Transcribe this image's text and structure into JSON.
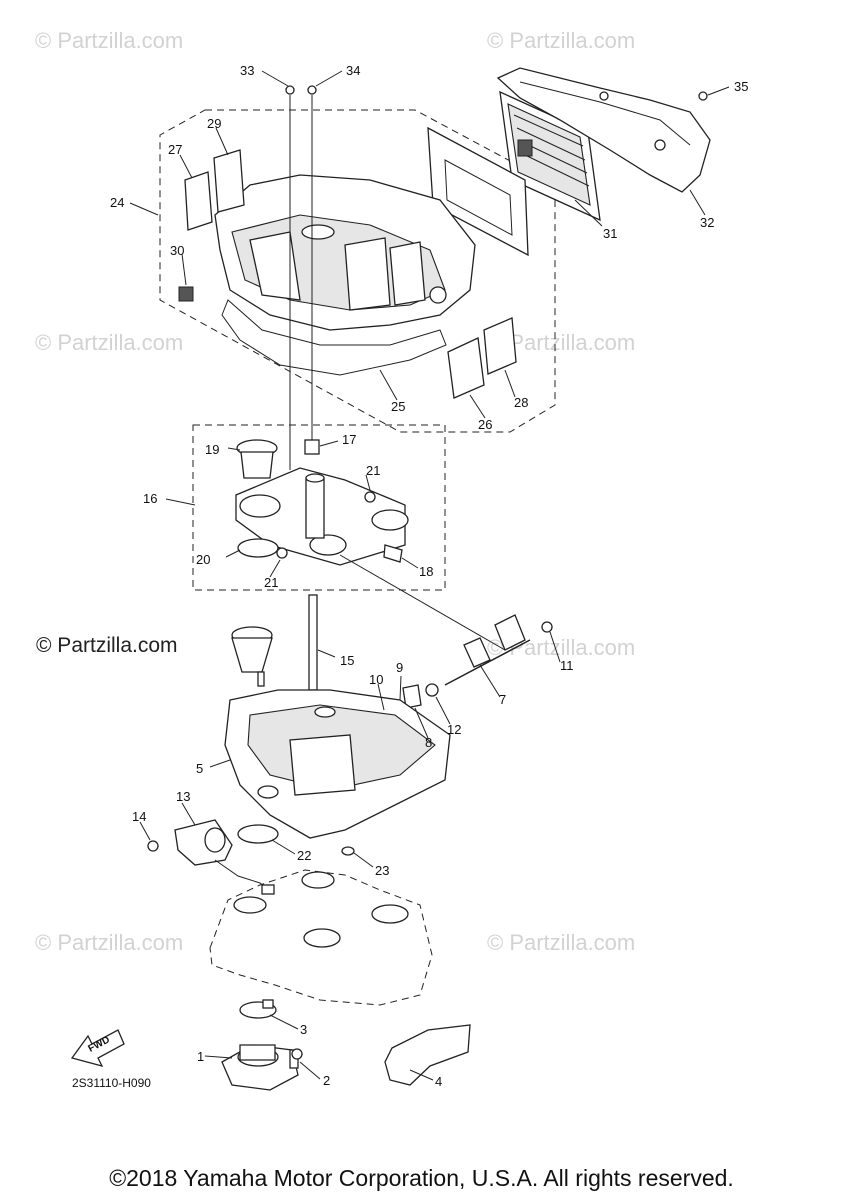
{
  "watermarks": [
    "© Partzilla.com",
    "© Partzilla.com",
    "© Partzilla.com",
    "© Partzilla.com",
    "© Partzilla.com",
    "© Partzilla.com",
    "© Partzilla.com"
  ],
  "callouts": {
    "p1": "1",
    "p2": "2",
    "p3": "3",
    "p4": "4",
    "p5": "5",
    "p7": "7",
    "p8": "8",
    "p9": "9",
    "p10": "10",
    "p11": "11",
    "p12": "12",
    "p13": "13",
    "p14": "14",
    "p15": "15",
    "p16": "16",
    "p17": "17",
    "p18": "18",
    "p19": "19",
    "p20": "20",
    "p21a": "21",
    "p21b": "21",
    "p22": "22",
    "p23": "23",
    "p24": "24",
    "p25": "25",
    "p26": "26",
    "p27": "27",
    "p28": "28",
    "p29": "29",
    "p30": "30",
    "p31": "31",
    "p32": "32",
    "p33": "33",
    "p34": "34",
    "p35": "35"
  },
  "fwd_label": "FWD",
  "diagram_code": "2S31110-H090",
  "copyright": "©2018 Yamaha Motor Corporation, U.S.A. All rights reserved."
}
